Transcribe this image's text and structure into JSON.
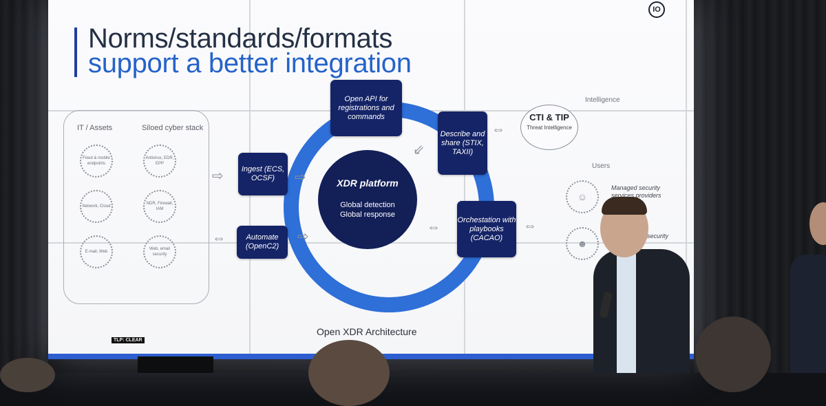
{
  "slide": {
    "title_line1": "Norms/standards/formats",
    "title_line2": "support a better integration",
    "logo": "IO",
    "footer_caption": "Open XDR Architecture",
    "tlp_badge": "TLP: CLEAR",
    "left_panel": {
      "col1_header": "IT / Assets",
      "col2_header": "Siloed cyber stack",
      "items": [
        "Fixed & mobile endpoints",
        "Antivirus, EDR, EPP",
        "Network, Cloud",
        "NDR, Firewall, IAM",
        "E-mail, Web",
        "Web, email security"
      ]
    },
    "diagram": {
      "core_title": "XDR platform",
      "core_line1": "Global detection",
      "core_line2": "Global response",
      "box_api": "Open API for registrations and commands",
      "box_ingest": "Ingest (ECS, OCSF)",
      "box_automate": "Automate (OpenC2)",
      "box_share": "Describe and share (STIX, TAXII)",
      "box_orchestration": "Orchestation with playbooks (CACAO)"
    },
    "right_panel": {
      "intelligence_label": "Intelligence",
      "cti_title": "CTI & TIP",
      "cti_sub": "Threat Intelligence",
      "users_label": "Users",
      "mssp_text": "Managed security services providers",
      "security_text": "security"
    }
  },
  "colors": {
    "accent_blue": "#2e6fd8",
    "box_navy": "#152467",
    "core_navy": "#131f57",
    "title_dark": "#243044",
    "title_blue": "#2563c9"
  },
  "icons": [
    "arrow-right-icon",
    "double-arrow-icon",
    "people-icon",
    "user-icon"
  ]
}
